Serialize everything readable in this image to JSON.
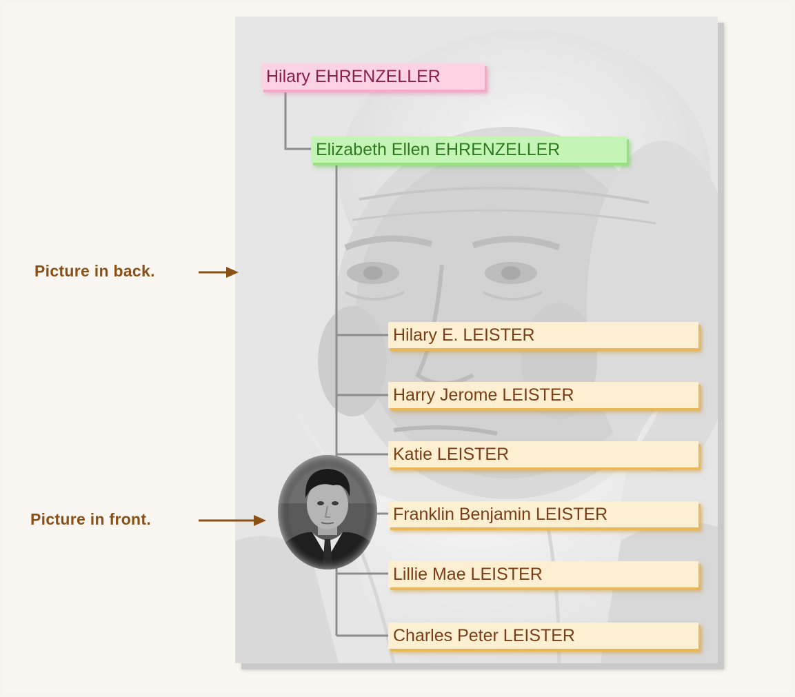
{
  "callouts": {
    "back": "Picture in back.",
    "front": "Picture in front."
  },
  "tree": {
    "grandparent": "Hilary EHRENZELLER",
    "parent": "Elizabeth Ellen EHRENZELLER",
    "children": [
      "Hilary E. LEISTER",
      "Harry Jerome LEISTER",
      "Katie LEISTER",
      "Franklin Benjamin LEISTER",
      "Lillie Mae LEISTER",
      "Charles Peter LEISTER"
    ]
  },
  "colors": {
    "grandparent_box": "#fbd3e4",
    "parent_box": "#c5f5b6",
    "child_box": "#fdf0d2",
    "callout_text": "#8a4f15",
    "connector_line": "#8c8c8c"
  },
  "images": {
    "back_picture": "elderly-man-portrait",
    "front_picture": "young-man-oval-portrait"
  }
}
